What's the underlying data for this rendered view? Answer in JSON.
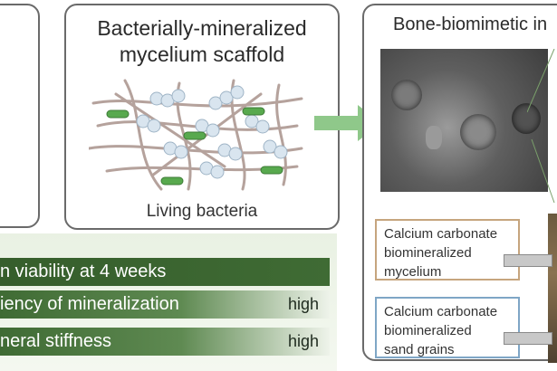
{
  "center_panel": {
    "title_line1": "Bacterially-mineralized",
    "title_line2": "mycelium scaffold",
    "caption": "Living bacteria"
  },
  "right_panel": {
    "title": "Bone-biomimetic in",
    "callout1": [
      "Calcium carbonate",
      "biomineralized",
      "mycelium"
    ],
    "callout2": [
      "Calcium carbonate",
      "biomineralized",
      "sand grains"
    ]
  },
  "bars": [
    {
      "label": "n  viability at 4 weeks",
      "value": ""
    },
    {
      "label": "iency of mineralization",
      "value": "high"
    },
    {
      "label": "neral stiffness",
      "value": "high"
    }
  ],
  "colors": {
    "bar_dark": "#3f6b34",
    "bar_mid": "#5f8a52",
    "arrow": "#8fc88a",
    "callout1_border": "#c6a57e",
    "callout2_border": "#7fa6c6",
    "bacteria": "#58a94e",
    "cells": "#cfdde9",
    "fibers": "#b5a29c"
  }
}
